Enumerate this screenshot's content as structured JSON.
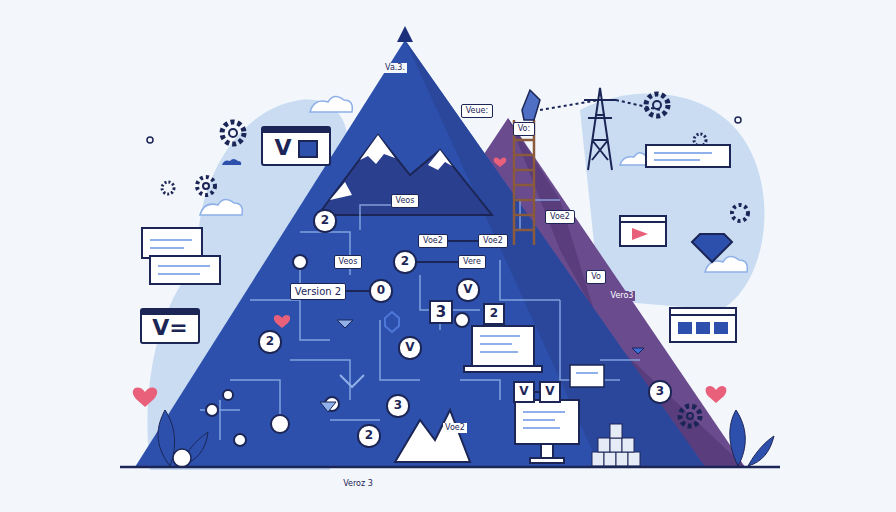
{
  "diagram": {
    "nodes": [
      {
        "text": [
          "Veue:"
        ]
      },
      {
        "text": [
          "Vo:"
        ]
      },
      {
        "text": [
          "V"
        ]
      },
      {
        "text": [
          "Veos"
        ]
      },
      {
        "text": [
          "Voe2"
        ]
      },
      {
        "text": [
          "2"
        ]
      },
      {
        "text": [
          "Voe2"
        ]
      },
      {
        "text": [
          "Voe2"
        ]
      },
      {
        "text": [
          "Veos"
        ]
      },
      {
        "text": [
          "2"
        ]
      },
      {
        "text": [
          "Vere"
        ]
      },
      {
        "text": [
          "Vo"
        ]
      },
      {
        "text": [
          "V"
        ]
      },
      {
        "text": [
          "Version 2"
        ]
      },
      {
        "text": [
          "0"
        ]
      },
      {
        "text": [
          "2"
        ]
      },
      {
        "text": [
          "V="
        ]
      },
      {
        "text": [
          "2"
        ]
      },
      {
        "text": [
          "V"
        ]
      },
      {
        "text": [
          "V"
        ]
      },
      {
        "text": [
          "V"
        ]
      },
      {
        "text": [
          "3"
        ]
      },
      {
        "text": [
          "3"
        ]
      },
      {
        "text": [
          "2"
        ]
      },
      {
        "text": [
          "3"
        ]
      }
    ],
    "edges": [
      {
        "from": 13,
        "to": 14,
        "arrow": "none"
      },
      {
        "from": 9,
        "to": 10,
        "arrow": "none"
      },
      {
        "from": 6,
        "to": 7,
        "arrow": "none"
      },
      {
        "from": 19,
        "to": 20,
        "arrow": "none"
      }
    ],
    "labels": [
      "Va.3.",
      "Vero3",
      "Voe2",
      "Veroz 3"
    ]
  }
}
